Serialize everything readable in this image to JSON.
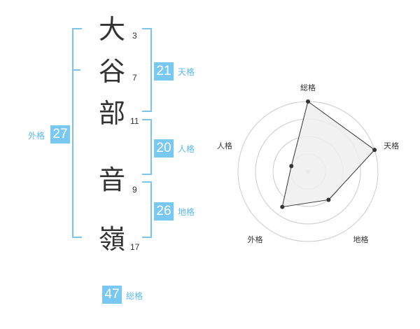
{
  "name": {
    "chars": [
      {
        "char": "大",
        "strokes": "3"
      },
      {
        "char": "谷",
        "strokes": "7"
      },
      {
        "char": "部",
        "strokes": "11"
      },
      {
        "char": "音",
        "strokes": "9"
      },
      {
        "char": "嶺",
        "strokes": "17"
      }
    ]
  },
  "kakusu": {
    "tenkaku": {
      "value": "21",
      "label": "天格"
    },
    "jinkaku": {
      "value": "20",
      "label": "人格"
    },
    "chikaku": {
      "value": "26",
      "label": "地格"
    },
    "gaikaku": {
      "value": "27",
      "label": "外格"
    },
    "soukaku": {
      "value": "47",
      "label": "総格"
    }
  },
  "colors": {
    "accent": "#79c8f2",
    "bracket": "#7cc6ee",
    "radar_fill": "#eeeeee",
    "radar_ring": "#cccccc",
    "radar_point": "#333333"
  },
  "chart_data": {
    "type": "radar",
    "axes": [
      "総格",
      "天格",
      "地格",
      "外格",
      "人格"
    ],
    "values": [
      4.0,
      4.0,
      2.0,
      2.5,
      1.0
    ],
    "max": 4,
    "rings": 4
  }
}
